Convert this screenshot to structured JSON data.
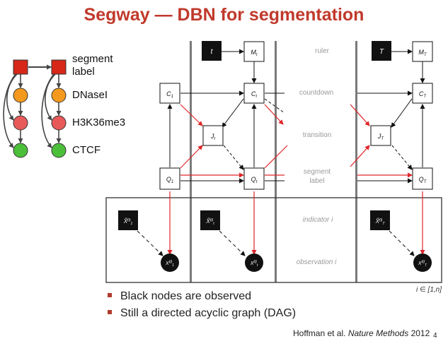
{
  "title": "Segway — DBN for segmentation",
  "legend": {
    "labels": [
      "segment label",
      "DNaseI",
      "H3K36me3",
      "CTCF"
    ],
    "segment_label_lines": [
      "segment",
      "label"
    ],
    "colors": {
      "segment": "#d62718",
      "dnase": "#f39a1e",
      "h3k36me3": "#e85a5a",
      "ctcf": "#4cbf3a",
      "edge": "#444444"
    }
  },
  "network": {
    "row_labels": {
      "ruler": "ruler",
      "countdown": "countdown",
      "transition": "transition",
      "segment_label": [
        "segment",
        "label"
      ],
      "indicator": "indicator i",
      "observation": "observation i"
    },
    "nodes": {
      "t_obs": "t",
      "T_obs": "T",
      "M_t": "M",
      "M_t_sub": "t",
      "M_T": "M",
      "M_T_sub": "T",
      "C_1": "C",
      "C_1_sub": "1",
      "C_t": "C",
      "C_t_sub": "t",
      "C_T": "C",
      "C_T_sub": "T",
      "J_t": "J",
      "J_t_sub": "t",
      "J_T": "J",
      "J_T_sub": "T",
      "Q_1": "Q",
      "Q_1_sub": "1",
      "Q_t": "Q",
      "Q_t_sub": "t",
      "Q_T": "Q",
      "Q_T_sub": "T",
      "Xhat_1": "X̃",
      "Xhat_1_sup": "(i)",
      "Xhat_1_sub": "1",
      "Xhat_t": "X̃",
      "Xhat_t_sup": "(i)",
      "Xhat_t_sub": "t",
      "Xhat_T": "X̃",
      "Xhat_T_sup": "(i)",
      "Xhat_T_sub": "T",
      "X_1": "X",
      "X_1_sup": "(i)",
      "X_1_sub": "1",
      "X_t": "X",
      "X_t_sup": "(i)",
      "X_t_sub": "t",
      "X_T": "X",
      "X_T_sup": "(i)",
      "X_T_sub": "T"
    },
    "range_note": "i ∈ [1,n]",
    "colors": {
      "red_edge": "#e0262a",
      "black": "#111111",
      "divider": "#7a7a7a",
      "row_label": "#9a9a9a"
    }
  },
  "bullets": [
    "Black nodes are observed",
    "Still a directed acyclic graph (DAG)"
  ],
  "citation": {
    "authors": "Hoffman et al.",
    "journal": "Nature Methods",
    "year": "2012"
  },
  "page_number": "4"
}
